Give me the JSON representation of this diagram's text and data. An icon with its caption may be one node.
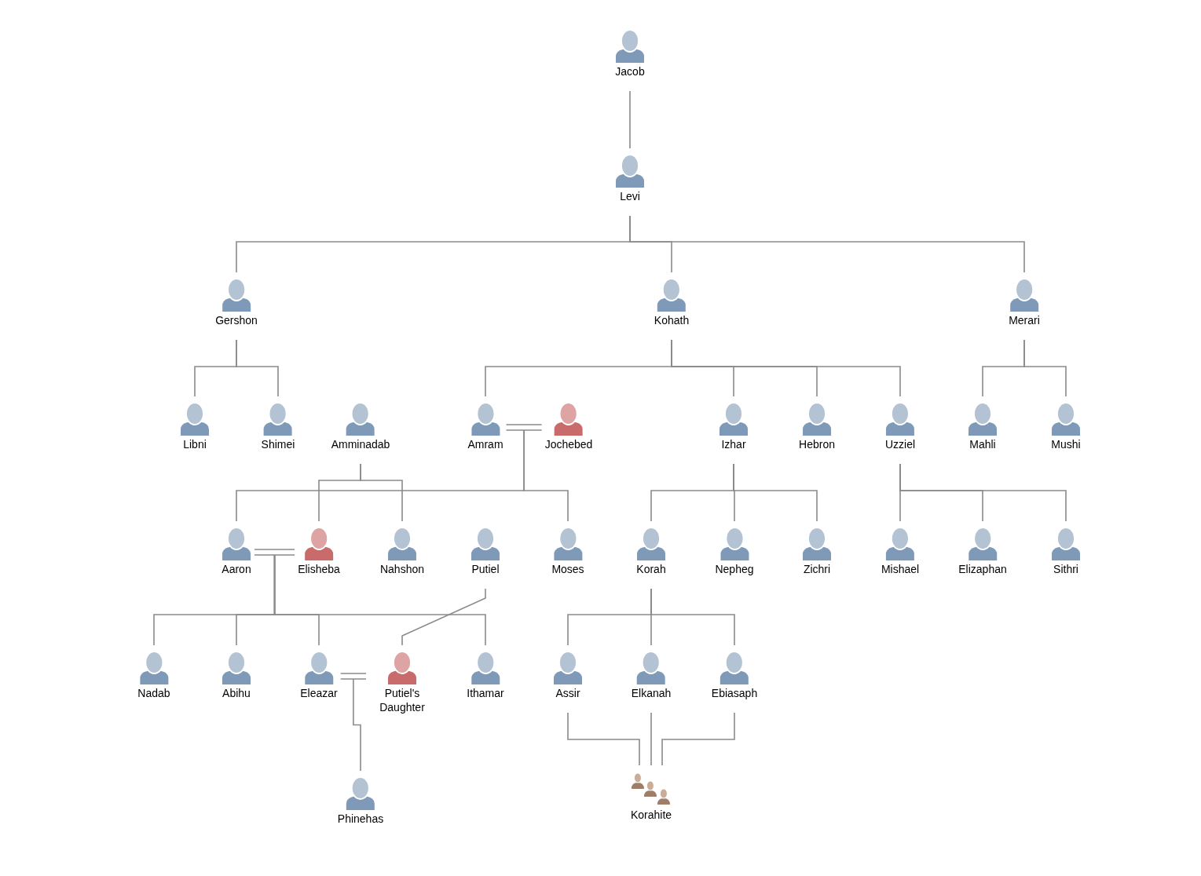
{
  "diagram": {
    "nodes": [
      {
        "text": [
          "Jacob"
        ]
      },
      {
        "text": [
          "Levi"
        ]
      },
      {
        "text": [
          "Gershon"
        ]
      },
      {
        "text": [
          "Kohath"
        ]
      },
      {
        "text": [
          "Merari"
        ]
      },
      {
        "text": [
          "Libni"
        ]
      },
      {
        "text": [
          "Shimei"
        ]
      },
      {
        "text": [
          "Amminadab"
        ]
      },
      {
        "text": [
          "Amram"
        ]
      },
      {
        "text": [
          "Jochebed"
        ]
      },
      {
        "text": [
          "Izhar"
        ]
      },
      {
        "text": [
          "Hebron"
        ]
      },
      {
        "text": [
          "Uzziel"
        ]
      },
      {
        "text": [
          "Mahli"
        ]
      },
      {
        "text": [
          "Mushi"
        ]
      },
      {
        "text": [
          "Aaron"
        ]
      },
      {
        "text": [
          "Elisheba"
        ]
      },
      {
        "text": [
          "Nahshon"
        ]
      },
      {
        "text": [
          "Putiel"
        ]
      },
      {
        "text": [
          "Moses"
        ]
      },
      {
        "text": [
          "Korah"
        ]
      },
      {
        "text": [
          "Nepheg"
        ]
      },
      {
        "text": [
          "Zichri"
        ]
      },
      {
        "text": [
          "Mishael"
        ]
      },
      {
        "text": [
          "Elizaphan"
        ]
      },
      {
        "text": [
          "Sithri"
        ]
      },
      {
        "text": [
          "Nadab"
        ]
      },
      {
        "text": [
          "Abihu"
        ]
      },
      {
        "text": [
          "Eleazar"
        ]
      },
      {
        "text": [
          "Putiel's Daughter"
        ]
      },
      {
        "text": [
          "Ithamar"
        ]
      },
      {
        "text": [
          "Assir"
        ]
      },
      {
        "text": [
          "Elkanah"
        ]
      },
      {
        "text": [
          "Ebiasaph"
        ]
      },
      {
        "text": [
          "Phinehas"
        ]
      },
      {
        "text": [
          "Korahite"
        ]
      }
    ],
    "edges": [
      {
        "from": 0,
        "to": 1,
        "arrow": "none"
      },
      {
        "from": 1,
        "to": 2,
        "arrow": "none"
      },
      {
        "from": 1,
        "to": 3,
        "arrow": "none"
      },
      {
        "from": 1,
        "to": 4,
        "arrow": "none"
      },
      {
        "from": 2,
        "to": 5,
        "arrow": "none"
      },
      {
        "from": 2,
        "to": 6,
        "arrow": "none"
      },
      {
        "from": 3,
        "to": 8,
        "arrow": "none"
      },
      {
        "from": 3,
        "to": 10,
        "arrow": "none"
      },
      {
        "from": 3,
        "to": 11,
        "arrow": "none"
      },
      {
        "from": 3,
        "to": 12,
        "arrow": "none"
      },
      {
        "from": 4,
        "to": 13,
        "arrow": "none"
      },
      {
        "from": 4,
        "to": 14,
        "arrow": "none"
      },
      {
        "from": 8,
        "to": 9,
        "arrow": "none"
      },
      {
        "from": 7,
        "to": 16,
        "arrow": "none"
      },
      {
        "from": 7,
        "to": 17,
        "arrow": "none"
      },
      {
        "from": 8,
        "to": 15,
        "arrow": "none"
      },
      {
        "from": 8,
        "to": 19,
        "arrow": "none"
      },
      {
        "from": 10,
        "to": 20,
        "arrow": "none"
      },
      {
        "from": 10,
        "to": 21,
        "arrow": "none"
      },
      {
        "from": 10,
        "to": 22,
        "arrow": "none"
      },
      {
        "from": 12,
        "to": 23,
        "arrow": "none"
      },
      {
        "from": 12,
        "to": 24,
        "arrow": "none"
      },
      {
        "from": 12,
        "to": 25,
        "arrow": "none"
      },
      {
        "from": 15,
        "to": 16,
        "arrow": "none"
      },
      {
        "from": 15,
        "to": 26,
        "arrow": "none"
      },
      {
        "from": 15,
        "to": 27,
        "arrow": "none"
      },
      {
        "from": 15,
        "to": 28,
        "arrow": "none"
      },
      {
        "from": 15,
        "to": 30,
        "arrow": "none"
      },
      {
        "from": 18,
        "to": 29,
        "arrow": "none"
      },
      {
        "from": 28,
        "to": 29,
        "arrow": "none"
      },
      {
        "from": 28,
        "to": 34,
        "arrow": "none"
      },
      {
        "from": 20,
        "to": 31,
        "arrow": "none"
      },
      {
        "from": 20,
        "to": 32,
        "arrow": "none"
      },
      {
        "from": 20,
        "to": 33,
        "arrow": "none"
      },
      {
        "from": 31,
        "to": 35,
        "arrow": "none"
      },
      {
        "from": 32,
        "to": 35,
        "arrow": "none"
      },
      {
        "from": 33,
        "to": 35,
        "arrow": "none"
      }
    ]
  }
}
